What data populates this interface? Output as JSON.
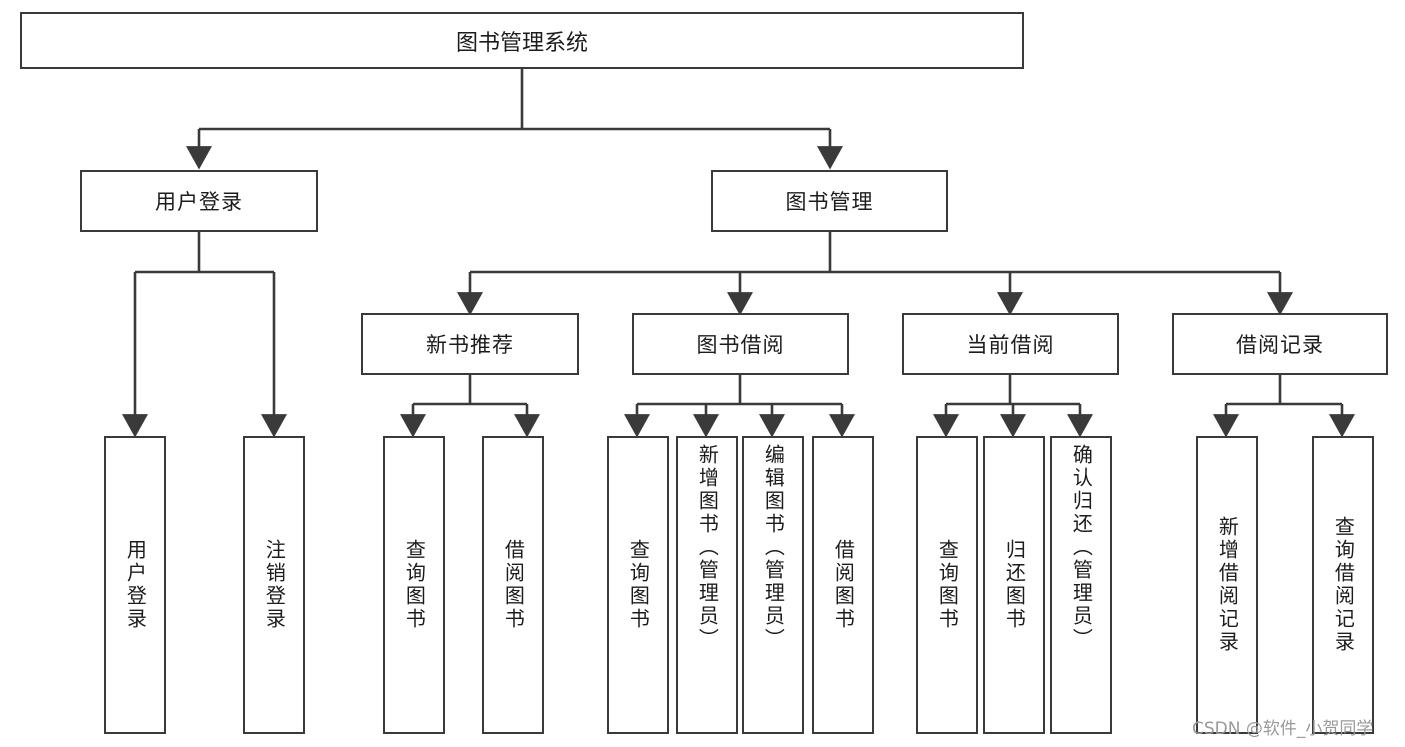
{
  "diagram": {
    "type": "tree",
    "title": "图书管理系统",
    "watermark": "CSDN @软件_小贺同学",
    "colors": {
      "box_border": "#3a3a3a",
      "box_fill": "#ffffff",
      "line": "#3a3a3a",
      "text": "#1c1c1c",
      "watermark": "#9a9a9a"
    },
    "root": {
      "label": "图书管理系统"
    },
    "level2": [
      {
        "id": "user-login",
        "label": "用户登录"
      },
      {
        "id": "book-manage",
        "label": "图书管理"
      }
    ],
    "level3": [
      {
        "id": "new-book-recommend",
        "label": "新书推荐",
        "parent": "book-manage"
      },
      {
        "id": "book-borrow",
        "label": "图书借阅",
        "parent": "book-manage"
      },
      {
        "id": "current-borrow",
        "label": "当前借阅",
        "parent": "book-manage"
      },
      {
        "id": "borrow-record",
        "label": "借阅记录",
        "parent": "book-manage"
      }
    ],
    "leaves": [
      {
        "id": "leaf-user-login",
        "label": "用户登录",
        "parent": "user-login"
      },
      {
        "id": "leaf-user-logout",
        "label": "注销登录",
        "parent": "user-login"
      },
      {
        "id": "leaf-query-book-1",
        "label": "查询图书",
        "parent": "new-book-recommend"
      },
      {
        "id": "leaf-borrow-book-1",
        "label": "借阅图书",
        "parent": "new-book-recommend"
      },
      {
        "id": "leaf-query-book-2",
        "label": "查询图书",
        "parent": "book-borrow"
      },
      {
        "id": "leaf-add-book",
        "label": "新增图书（管理员）",
        "parent": "book-borrow"
      },
      {
        "id": "leaf-edit-book",
        "label": "编辑图书（管理员）",
        "parent": "book-borrow"
      },
      {
        "id": "leaf-borrow-book-2",
        "label": "借阅图书",
        "parent": "book-borrow"
      },
      {
        "id": "leaf-query-book-3",
        "label": "查询图书",
        "parent": "current-borrow"
      },
      {
        "id": "leaf-return-book",
        "label": "归还图书",
        "parent": "current-borrow"
      },
      {
        "id": "leaf-confirm-return",
        "label": "确认归还（管理员）",
        "parent": "current-borrow"
      },
      {
        "id": "leaf-add-record",
        "label": "新增借阅记录",
        "parent": "borrow-record"
      },
      {
        "id": "leaf-query-record",
        "label": "查询借阅记录",
        "parent": "borrow-record"
      }
    ]
  }
}
